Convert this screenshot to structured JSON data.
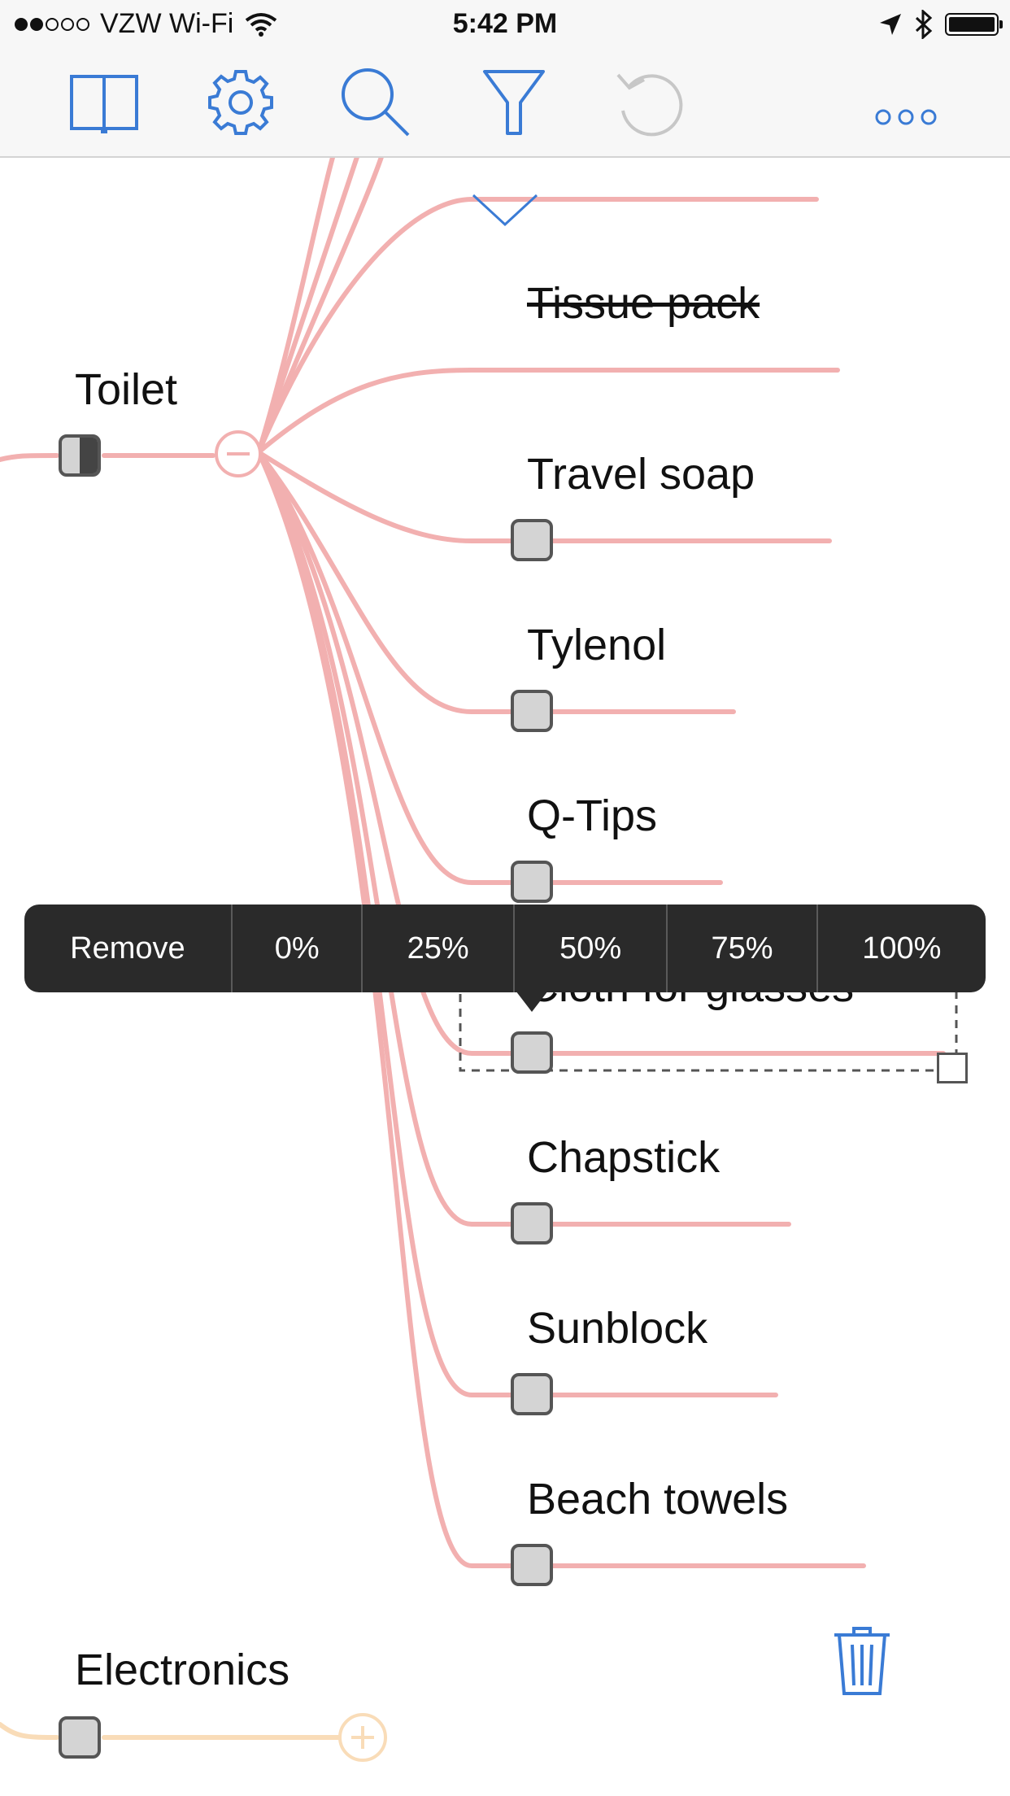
{
  "status_bar": {
    "carrier": "VZW Wi-Fi",
    "time": "5:42 PM",
    "signal_full": 2,
    "signal_total": 5
  },
  "toolbar": {
    "icons": [
      "book-icon",
      "gear-icon",
      "search-icon",
      "filter-icon",
      "undo-icon",
      "more-icon"
    ],
    "accent_color": "#3a7bd5",
    "disabled_color": "#c7c7c7"
  },
  "map": {
    "parent": {
      "label": "Toilet",
      "progress": 0.5
    },
    "children": [
      {
        "label": "Tissue pack",
        "done": true
      },
      {
        "label": "Travel soap",
        "done": false
      },
      {
        "label": "Tylenol",
        "done": false
      },
      {
        "label": "Q-Tips",
        "done": false
      },
      {
        "label": "Cloth for glasses",
        "done": false,
        "selected": true
      },
      {
        "label": "Chapstick",
        "done": false
      },
      {
        "label": "Sunblock",
        "done": false
      },
      {
        "label": "Beach towels",
        "done": false
      }
    ],
    "sibling": {
      "label": "Electronics"
    },
    "branch_color": "#f2b0b0",
    "sibling_color": "#f9dcb8"
  },
  "popup": {
    "items": [
      "Remove",
      "0%",
      "25%",
      "50%",
      "75%",
      "100%"
    ]
  }
}
